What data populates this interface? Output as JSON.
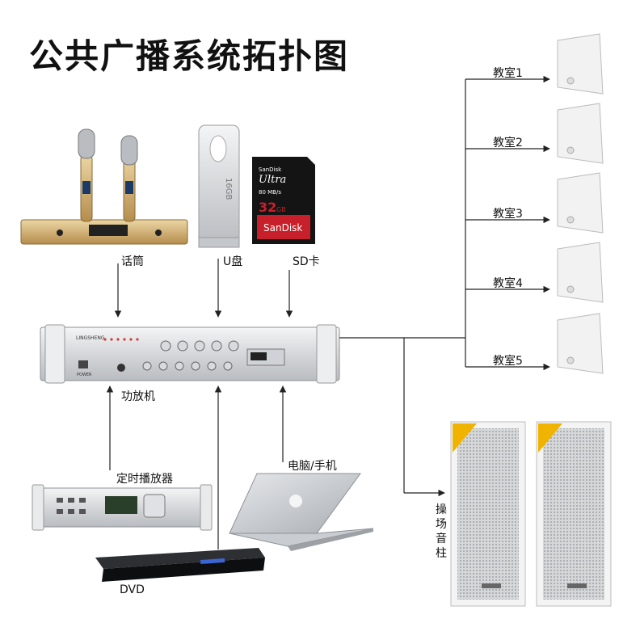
{
  "title": "公共广播系统拓扑图",
  "inputs": {
    "mic": "话筒",
    "usb": "U盘",
    "sd": "SD卡"
  },
  "amplifier": {
    "label": "功放机",
    "brand_text": "LINGSHENG",
    "power_text": "POWER"
  },
  "sources": {
    "timer": "定时播放器",
    "laptop": "电脑/手机",
    "dvd": "DVD"
  },
  "sd_card": {
    "brand": "SanDisk",
    "line": "Ultra",
    "capacity": "32",
    "capacity_unit": "GB",
    "speed": "80 MB/s"
  },
  "usb_capacity": "16GB",
  "classrooms": [
    "教室1",
    "教室2",
    "教室3",
    "教室4",
    "教室5"
  ],
  "playground": "操场音柱",
  "colors": {
    "line": "#222222",
    "device_silver": "#d9dbde",
    "gold": "#c9a86a",
    "sd_red": "#c8202a",
    "speaker_white": "#f2f2f2",
    "column_yellow": "#f0b400"
  }
}
